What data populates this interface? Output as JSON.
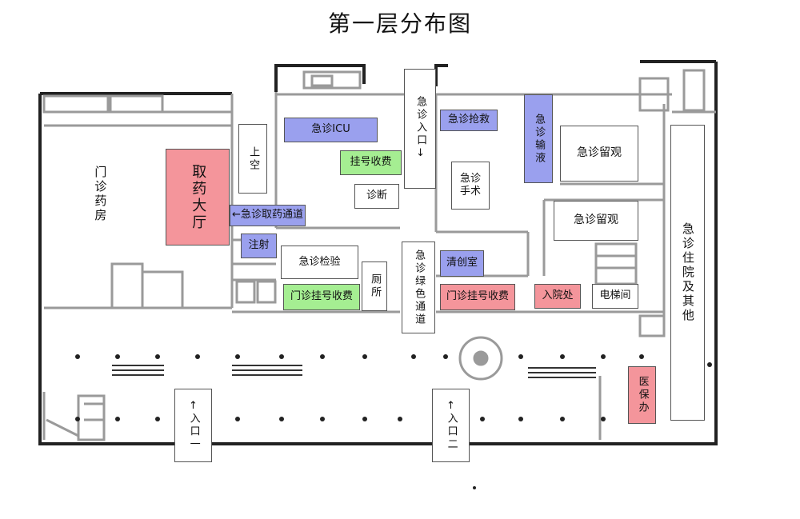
{
  "title": "第一层分布图",
  "colors": {
    "blue": "#9aa0ee",
    "green": "#a5ee92",
    "red": "#f4959b",
    "wall": "#222222",
    "wall_gray": "#9a9a9a"
  },
  "rooms": {
    "outpatient_pharmacy": "门诊药房",
    "pharmacy_hall": "取药大厅",
    "stairs_up": "上空",
    "emergency_icu": "急诊ICU",
    "registration_fee": "挂号收费",
    "consultation": "诊断",
    "emergency_entrance": "急诊入口↓",
    "emergency_rescue": "急诊抢救",
    "emergency_surgery": "急诊手术",
    "emergency_infusion": "急诊输液",
    "observation_1": "急诊留观",
    "observation_2": "急诊留观",
    "inpatient_other": "急诊住院及其他",
    "emergency_pharmacy_passage": "←急诊取药通道",
    "injection": "注射",
    "emergency_lab": "急诊检验",
    "toilet": "厕所",
    "green_channel": "急诊绿色通道",
    "debridement": "清创室",
    "outpatient_reg_1": "门诊挂号收费",
    "outpatient_reg_2": "门诊挂号收费",
    "admission": "入院处",
    "elevator": "电梯间",
    "medical_insurance": "医保办",
    "entrance_1": "入口一",
    "entrance_2": "入口二",
    "arrow_up": "↑"
  }
}
